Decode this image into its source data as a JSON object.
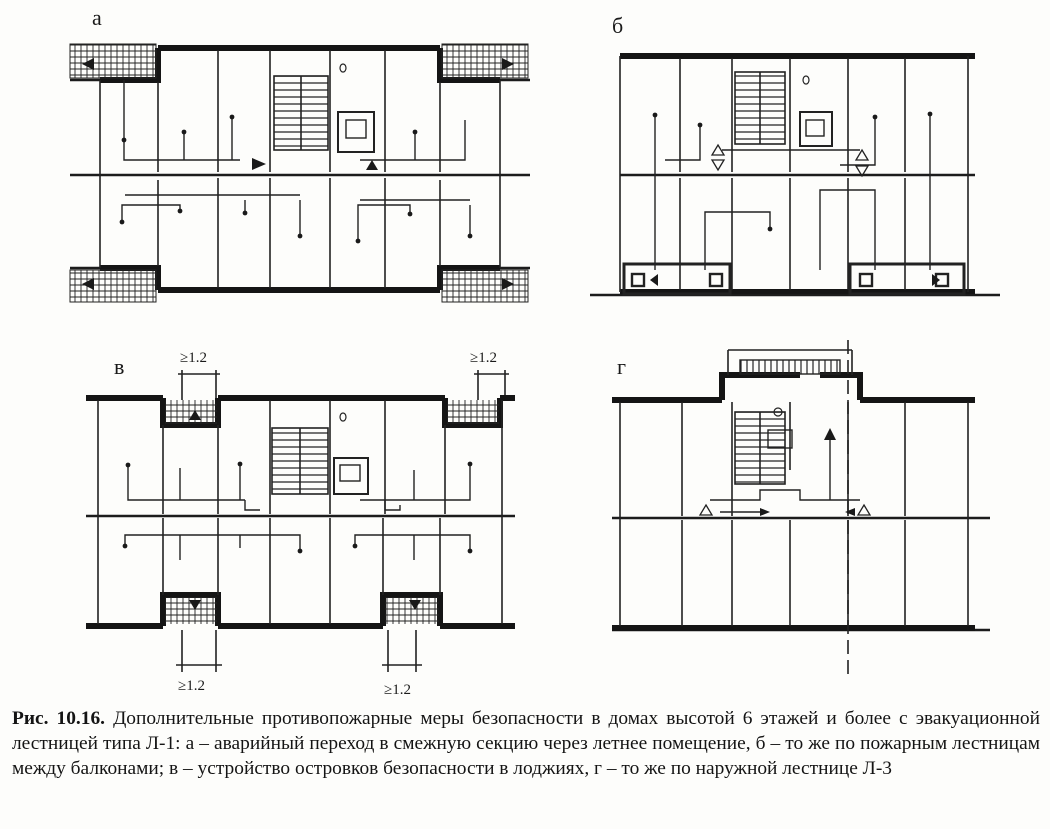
{
  "plans": {
    "a": {
      "letter": "а"
    },
    "b": {
      "letter": "б"
    },
    "v": {
      "letter": "в",
      "dims": [
        "≥1.2",
        "≥1.2",
        "≥1.2",
        "≥1.2"
      ]
    },
    "g": {
      "letter": "г"
    }
  },
  "caption": {
    "label": "Рис. 10.16.",
    "text": " Дополнительные противопожарные меры безопасности в домах высотой 6 этажей и более с эвакуационной лестницей типа Л-1: а – аварийный переход в смежную секцию через летнее помещение, б – то же по пожарным лестницам между балконами; в  – устройство островков безопасности в лоджиях, г – то же по наружной лестнице Л-3"
  }
}
